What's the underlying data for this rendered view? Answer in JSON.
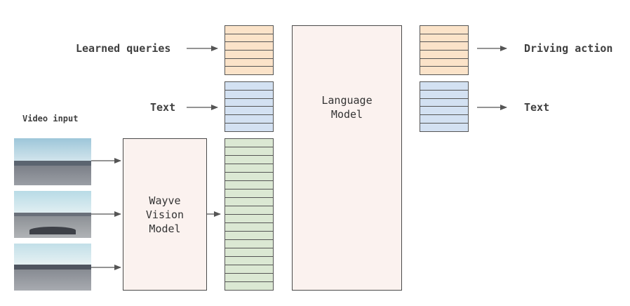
{
  "labels": {
    "video_input": "Video input",
    "learned_queries": "Learned queries",
    "text_in": "Text",
    "driving_action": "Driving action",
    "text_out": "Text"
  },
  "boxes": {
    "vision_model": "Wayve\nVision\nModel",
    "language_model": "Language\nModel"
  },
  "colors": {
    "query_tokens": "#fbe3c9",
    "text_tokens": "#d3e1f2",
    "vision_tokens": "#dbe8d3",
    "model_fill": "#fbf2ef",
    "arrow": "#555555"
  },
  "token_rows": {
    "learned_queries": 6,
    "text_in": 6,
    "vision": 18,
    "driving_action": 6,
    "text_out": 6
  },
  "video_frames": [
    "frame-1",
    "frame-2",
    "frame-3"
  ]
}
